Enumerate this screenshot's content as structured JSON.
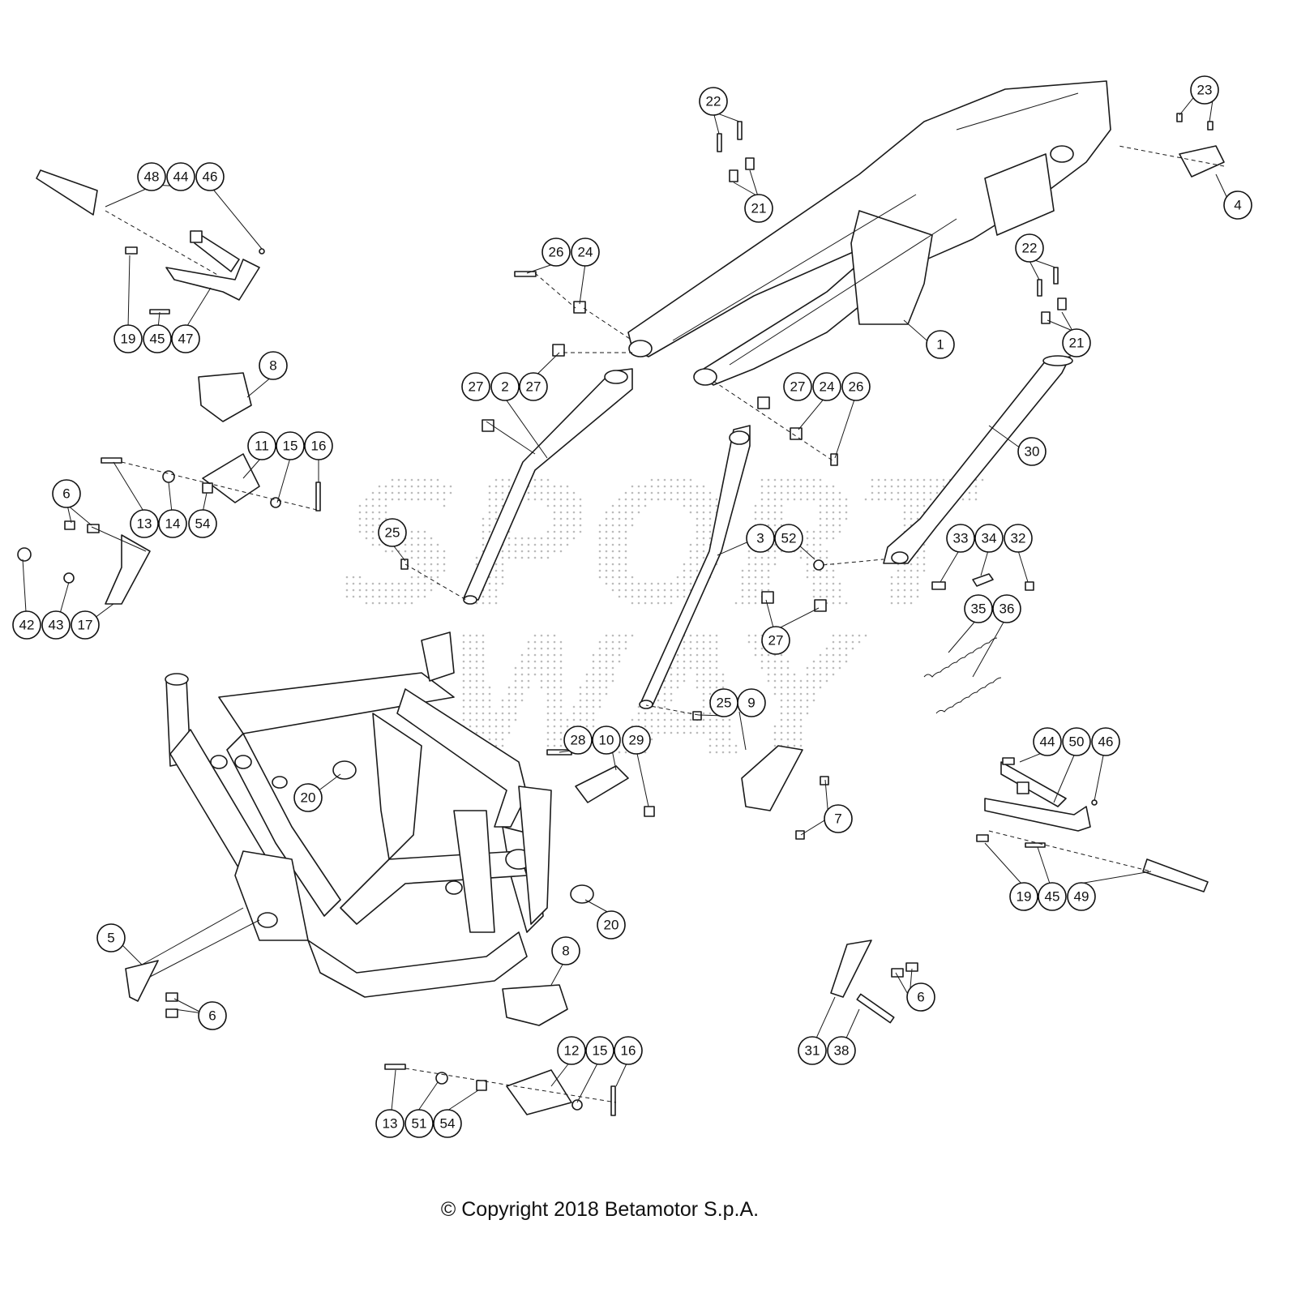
{
  "copyright": "© Copyright 2018 Betamotor S.p.A.",
  "watermark": "SPORT WAY",
  "colors": {
    "line": "#1a1a1a",
    "background": "#ffffff",
    "watermark": "#bbbbbb"
  },
  "callouts": [
    "1",
    "2",
    "3",
    "4",
    "5",
    "6",
    "6",
    "6",
    "7",
    "8",
    "8",
    "9",
    "10",
    "11",
    "12",
    "13",
    "13",
    "14",
    "15",
    "15",
    "16",
    "16",
    "17",
    "19",
    "19",
    "20",
    "20",
    "21",
    "21",
    "22",
    "22",
    "23",
    "24",
    "24",
    "25",
    "25",
    "26",
    "26",
    "27",
    "27",
    "27",
    "27",
    "28",
    "29",
    "30",
    "31",
    "32",
    "33",
    "34",
    "35",
    "36",
    "38",
    "42",
    "43",
    "44",
    "44",
    "45",
    "45",
    "46",
    "46",
    "47",
    "48",
    "49",
    "50",
    "51",
    "52",
    "54",
    "54"
  ]
}
